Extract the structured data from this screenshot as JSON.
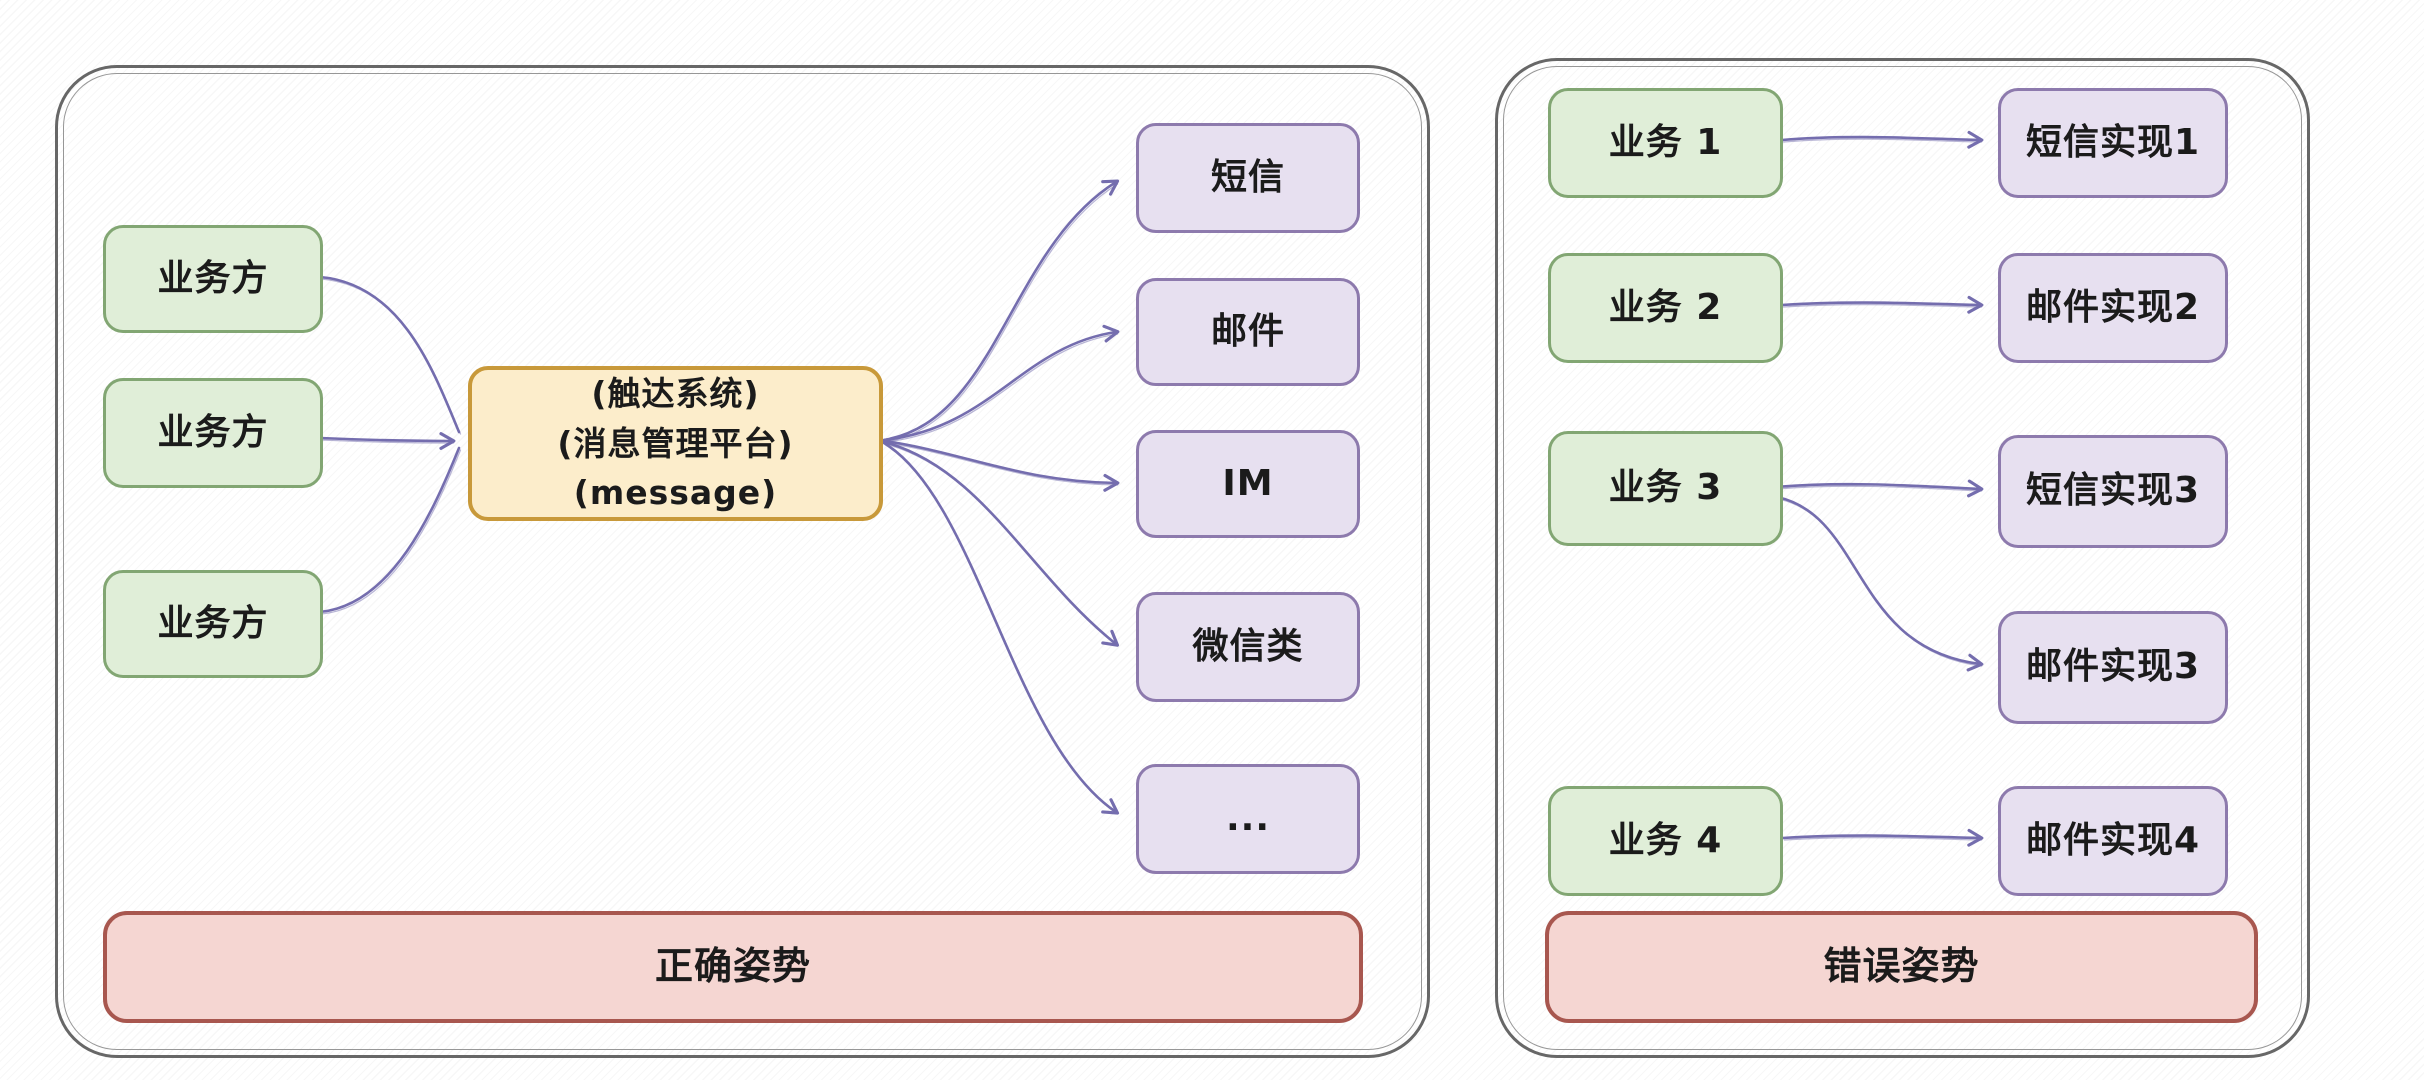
{
  "colors": {
    "node_text": "#1b1b1b",
    "green_fill": "#e0eed8",
    "green_border": "#82a673",
    "purple_fill": "#e7e0f0",
    "purple_border": "#8d7aad",
    "orange_fill": "#fcedcb",
    "orange_border": "#c8993a",
    "red_fill": "#f5d6d2",
    "red_border": "#a8574f",
    "arrow": "#746dae",
    "panel_border": "#676767"
  },
  "left_panel": {
    "caption": "正确姿势",
    "sources": [
      "业务方",
      "业务方",
      "业务方"
    ],
    "hub": {
      "line1": "(触达系统)",
      "line2": "(消息管理平台)",
      "line3": "(message)"
    },
    "channels": [
      "短信",
      "邮件",
      "IM",
      "微信类",
      "..."
    ]
  },
  "right_panel": {
    "caption": "错误姿势",
    "sources": [
      "业务 1",
      "业务 2",
      "业务 3",
      "业务 4"
    ],
    "implementations": [
      "短信实现1",
      "邮件实现2",
      "短信实现3",
      "邮件实现3",
      "邮件实现4"
    ]
  }
}
